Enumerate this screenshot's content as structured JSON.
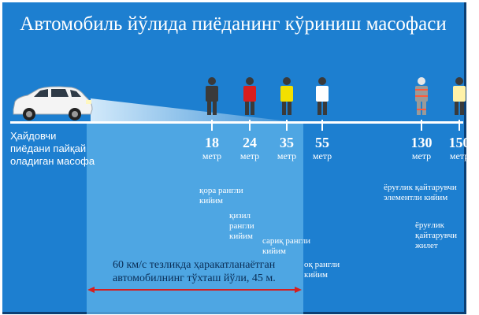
{
  "title": "Автомобиль йўлида пиёданинг кўриниш масофаси",
  "driver_label": "Ҳайдовчи пиёдани пайқай оладиган масофа",
  "stopping_text": "60 км/с тезликда ҳаракатланаётган автомобилнинг тўхташ йўли, 45 м.",
  "unit": "метр",
  "colors": {
    "background": "#1d7fd0",
    "stopping_zone": "#5fb3ea",
    "stopping_arrow": "#d61f1f"
  },
  "pedestrians": [
    {
      "distance": "18",
      "clothing": "қора рангли кийим",
      "color": "#3a3a3a",
      "reflective": false
    },
    {
      "distance": "24",
      "clothing": "қизил рангли кийим",
      "color": "#d81e1e",
      "reflective": false
    },
    {
      "distance": "35",
      "clothing": "сариқ рангли кийим",
      "color": "#f3e000",
      "reflective": false
    },
    {
      "distance": "55",
      "clothing": "оқ рангли кийим",
      "color": "#ffffff",
      "reflective": false
    },
    {
      "distance": "130",
      "clothing": "ёруғлик қайтарувчи элементли кийим",
      "color": "#9a9a9a",
      "reflective": true
    },
    {
      "distance": "150",
      "clothing": "ёруғлик қайтарувчи жилет",
      "color": "#fff2a8",
      "reflective": true
    }
  ]
}
